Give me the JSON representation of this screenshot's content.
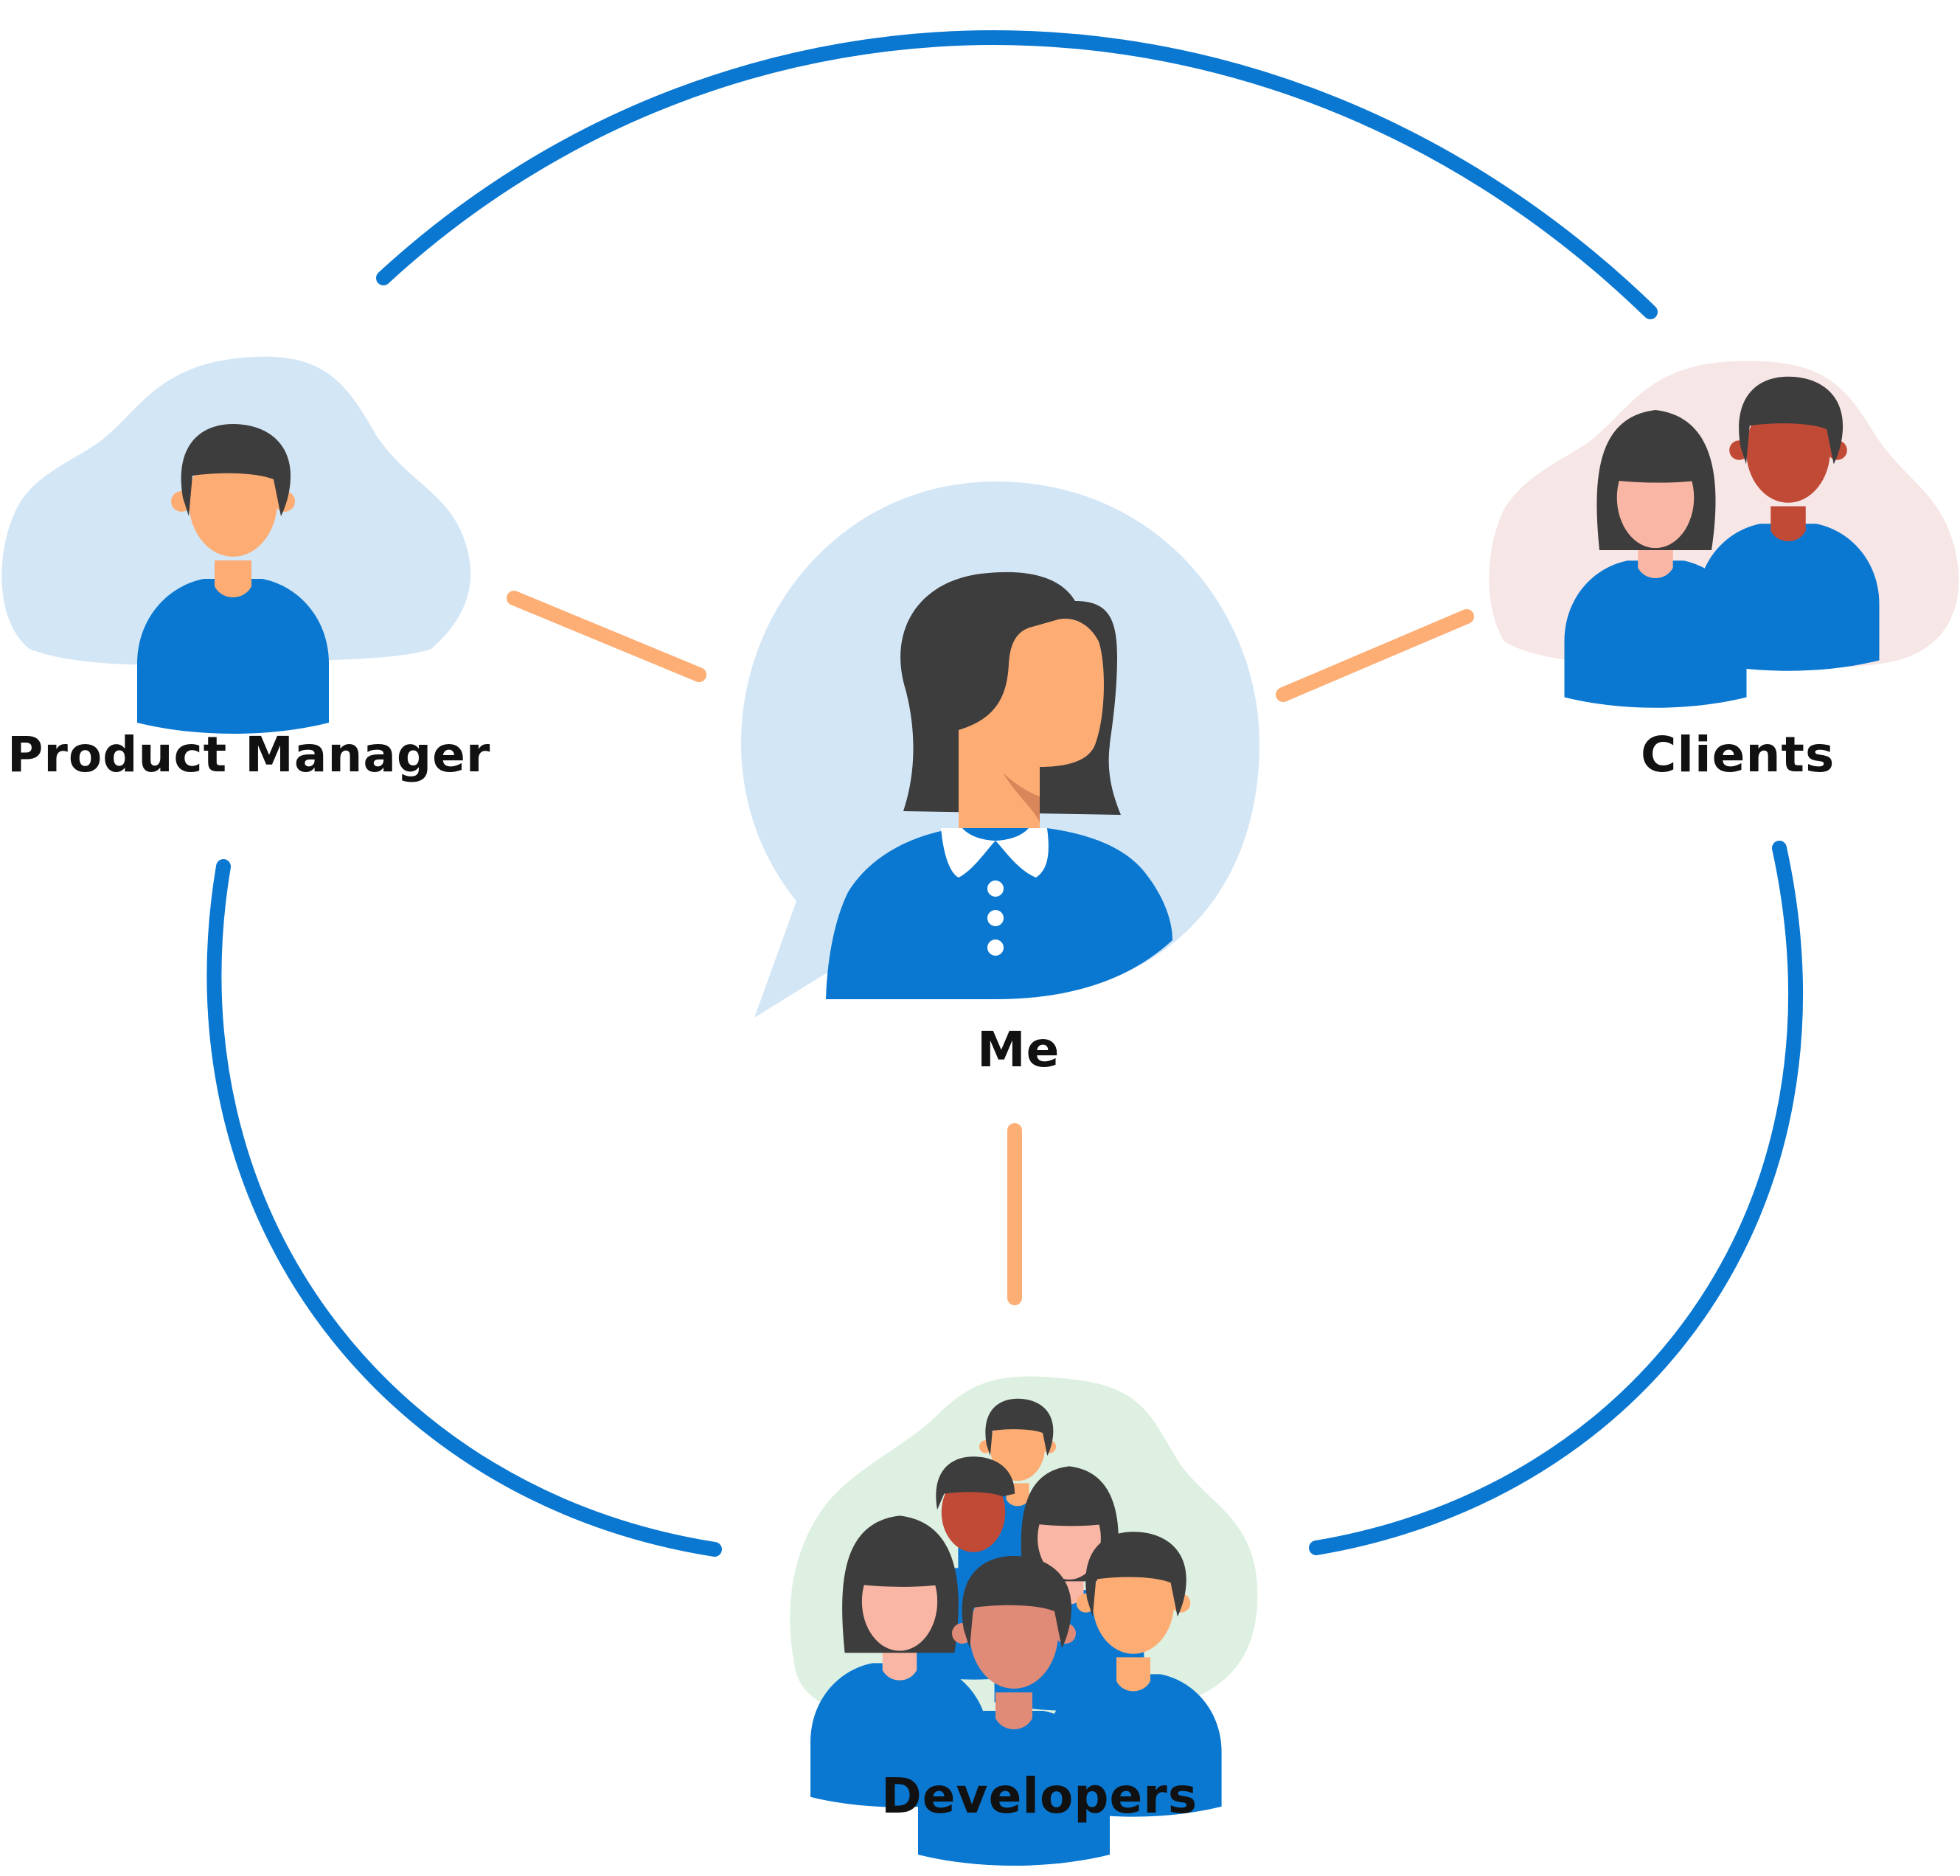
{
  "nodes": {
    "product_manager": {
      "label": "Product Manager"
    },
    "me": {
      "label": "Me"
    },
    "clients": {
      "label": "Clients"
    },
    "developers": {
      "label": "Developers"
    }
  },
  "colors": {
    "outer_arc": "#0A78D1",
    "inner_link": "#FCAE75",
    "shirt": "#0A78D1",
    "hair": "#3D3D3D",
    "skin_light": "#FDAD74",
    "skin_pink": "#FAB6A4",
    "skin_dark": "#C04A36",
    "blob_blue": "#D3E6F6",
    "blob_pink": "#F7E6E6",
    "blob_green": "#DDF0E1"
  }
}
